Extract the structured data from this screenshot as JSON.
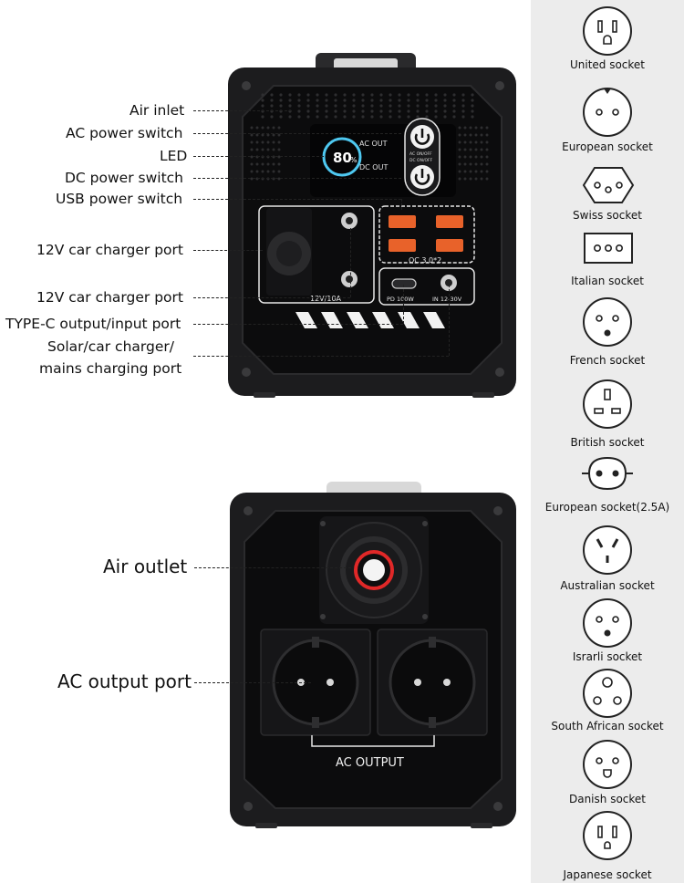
{
  "front_labels": {
    "air_inlet": "Air inlet",
    "ac_power_switch": "AC power switch",
    "led": "LED",
    "dc_power_switch": "DC power switch",
    "usb_power_switch": "USB power switch",
    "car_port_1": "12V car charger port",
    "car_port_2": "12V car charger port",
    "type_c_port": "TYPE-C output/input port",
    "solar_line1": "Solar/car charger/",
    "solar_line2": "mains charging port"
  },
  "back_labels": {
    "air_outlet": "Air outlet",
    "ac_output_port": "AC output port"
  },
  "device_markings": {
    "ac_out": "AC OUT",
    "dc_out": "DC OUT",
    "percent": "80",
    "percent_unit": "%",
    "ac_onoff": "AC ON/OFF",
    "dc_onoff": "DC ON/OFF",
    "qc": "QC 3.0*2",
    "pd": "PD 100W",
    "in_range": "IN 12-30V",
    "car_12v": "12V/10A",
    "ac_output": "AC OUTPUT"
  },
  "sockets": [
    {
      "name": "United socket",
      "icon": "us-socket-icon"
    },
    {
      "name": "European socket",
      "icon": "european-socket-icon"
    },
    {
      "name": "Swiss socket",
      "icon": "swiss-socket-icon"
    },
    {
      "name": "Italian socket",
      "icon": "italian-socket-icon"
    },
    {
      "name": "French socket",
      "icon": "french-socket-icon"
    },
    {
      "name": "British socket",
      "icon": "british-socket-icon"
    },
    {
      "name": "European socket(2.5A)",
      "icon": "european-2-5a-socket-icon"
    },
    {
      "name": "Australian socket",
      "icon": "australian-socket-icon"
    },
    {
      "name": "Israrli socket",
      "icon": "israeli-socket-icon"
    },
    {
      "name": "South African socket",
      "icon": "south-african-socket-icon"
    },
    {
      "name": "Danish socket",
      "icon": "danish-socket-icon"
    },
    {
      "name": "Japanese socket",
      "icon": "japanese-socket-icon"
    }
  ],
  "colors": {
    "body": "#1c1c1e",
    "panel": "#0c0c0d",
    "usb_orange": "#e8622a",
    "led_blue": "#4ec8f0",
    "fan_red": "#e02828",
    "sidebar_bg": "#ececec"
  }
}
